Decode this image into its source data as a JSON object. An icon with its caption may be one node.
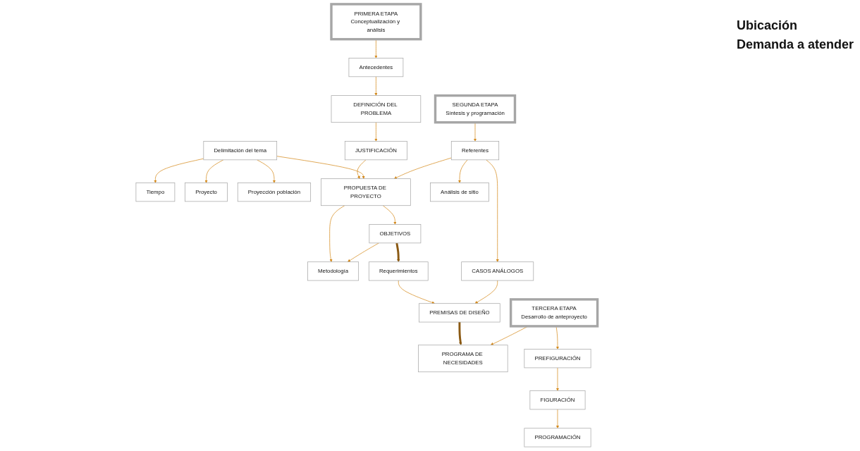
{
  "diagram": {
    "nodes": [
      {
        "text": [
          "PRIMERA ETAPA",
          "Conceptualización y análisis"
        ]
      },
      {
        "text": [
          "Antecedentes"
        ]
      },
      {
        "text": [
          "DEFINICIÓN DEL PROBLEMA"
        ]
      },
      {
        "text": [
          "JUSTIFICACIÓN"
        ]
      },
      {
        "text": [
          "Delimitación del tema"
        ]
      },
      {
        "text": [
          "Tiempo"
        ]
      },
      {
        "text": [
          "Proyecto"
        ]
      },
      {
        "text": [
          "Proyección población"
        ]
      },
      {
        "text": [
          "PROPUESTA DE PROYECTO"
        ]
      },
      {
        "text": [
          "OBJETIVOS"
        ]
      },
      {
        "text": [
          "Metodología"
        ]
      },
      {
        "text": [
          "SEGUNDA ETAPA",
          "Síntesis y programación"
        ]
      },
      {
        "text": [
          "Requerimientos"
        ]
      },
      {
        "text": [
          "Referentes"
        ]
      },
      {
        "text": [
          "CASOS ANÁLOGOS"
        ]
      },
      {
        "text": [
          "PREMISAS DE DISEÑO"
        ]
      },
      {
        "text": [
          "Análisis de sitio"
        ]
      },
      {
        "text": [
          "TERCERA ETAPA",
          "Desarrollo de anteproyecto"
        ]
      },
      {
        "text": [
          "PROGRAMA DE NECESIDADES"
        ]
      },
      {
        "text": [
          "PREFIGURACIÓN"
        ]
      },
      {
        "text": [
          "FIGURACIÓN"
        ]
      },
      {
        "text": [
          "PROGRAMACIÓN"
        ]
      }
    ],
    "edges": [
      {
        "from": 0,
        "to": 1,
        "arrow": "to"
      },
      {
        "from": 1,
        "to": 2,
        "arrow": "to"
      },
      {
        "from": 2,
        "to": 3,
        "arrow": "to"
      },
      {
        "from": 3,
        "to": 8,
        "arrow": "to"
      },
      {
        "from": 4,
        "to": 5,
        "arrow": "to"
      },
      {
        "from": 4,
        "to": 6,
        "arrow": "to"
      },
      {
        "from": 4,
        "to": 7,
        "arrow": "to"
      },
      {
        "from": 4,
        "to": 8,
        "arrow": "to"
      },
      {
        "from": 8,
        "to": 9,
        "arrow": "to"
      },
      {
        "from": 8,
        "to": 10,
        "arrow": "to"
      },
      {
        "from": 9,
        "to": 10,
        "arrow": "to"
      },
      {
        "from": 9,
        "to": 12,
        "arrow": "to",
        "style": "thick",
        "color": "#8b5a14"
      },
      {
        "from": 11,
        "to": 13,
        "arrow": "to"
      },
      {
        "from": 13,
        "to": 8,
        "arrow": "to"
      },
      {
        "from": 13,
        "to": 14,
        "arrow": "to"
      },
      {
        "from": 13,
        "to": 16,
        "arrow": "to"
      },
      {
        "from": 12,
        "to": 15,
        "arrow": "to"
      },
      {
        "from": 14,
        "to": 15,
        "arrow": "to"
      },
      {
        "from": 15,
        "to": 18,
        "arrow": "to",
        "style": "thick",
        "color": "#8b5a14"
      },
      {
        "from": 17,
        "to": 18,
        "arrow": "to"
      },
      {
        "from": 17,
        "to": 19,
        "arrow": "to"
      },
      {
        "from": 19,
        "to": 20,
        "arrow": "to"
      },
      {
        "from": 20,
        "to": 21,
        "arrow": "to"
      }
    ],
    "labels": [
      "Ubicación",
      "Demanda a atender"
    ]
  }
}
